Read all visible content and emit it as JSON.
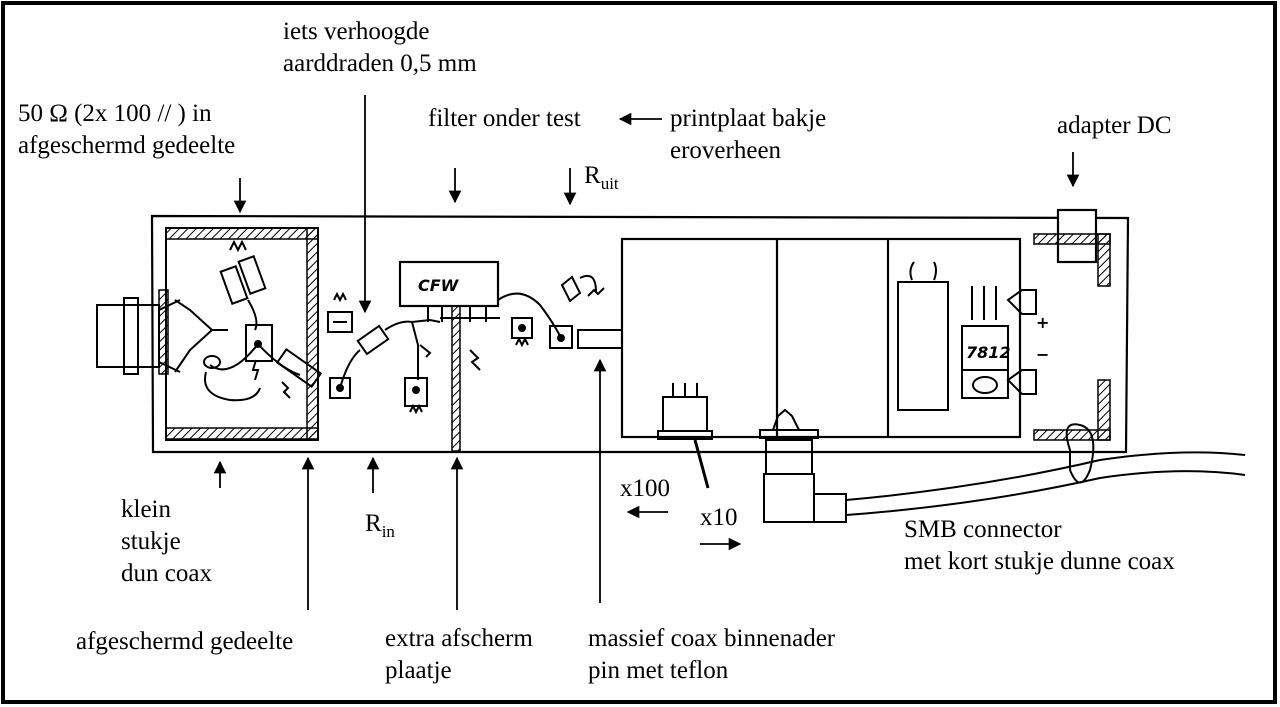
{
  "labels": {
    "earth_wires": [
      "iets verhoogde",
      "aarddraden 0,5 mm"
    ],
    "resistor_50": [
      "50 Ω   (2x 100 // ) in",
      "afgeschermd gedeelte"
    ],
    "filter_test": "filter onder test",
    "pcb_tray": [
      "printplaat bakje",
      "eroverheen"
    ],
    "r_out_main": "R",
    "r_out_sub": "uit",
    "adapter_dc": "adapter DC",
    "small_coax": [
      "klein",
      "stukje",
      "dun coax"
    ],
    "r_in_main": "R",
    "r_in_sub": "in",
    "x100": "x100",
    "x10": "x10",
    "smb": [
      "SMB connector",
      "met kort stukje dunne coax"
    ],
    "shielded_section": "afgeschermd gedeelte",
    "extra_shield": [
      "extra afscherm",
      "plaatje"
    ],
    "solid_coax": [
      "massief coax binnenader",
      "pin met teflon"
    ]
  },
  "component_marks": {
    "cfw": "CFW",
    "regulator": "7812",
    "plus": "+",
    "minus": "−"
  },
  "colors": {
    "ink": "#000000",
    "paper": "#ffffff"
  }
}
